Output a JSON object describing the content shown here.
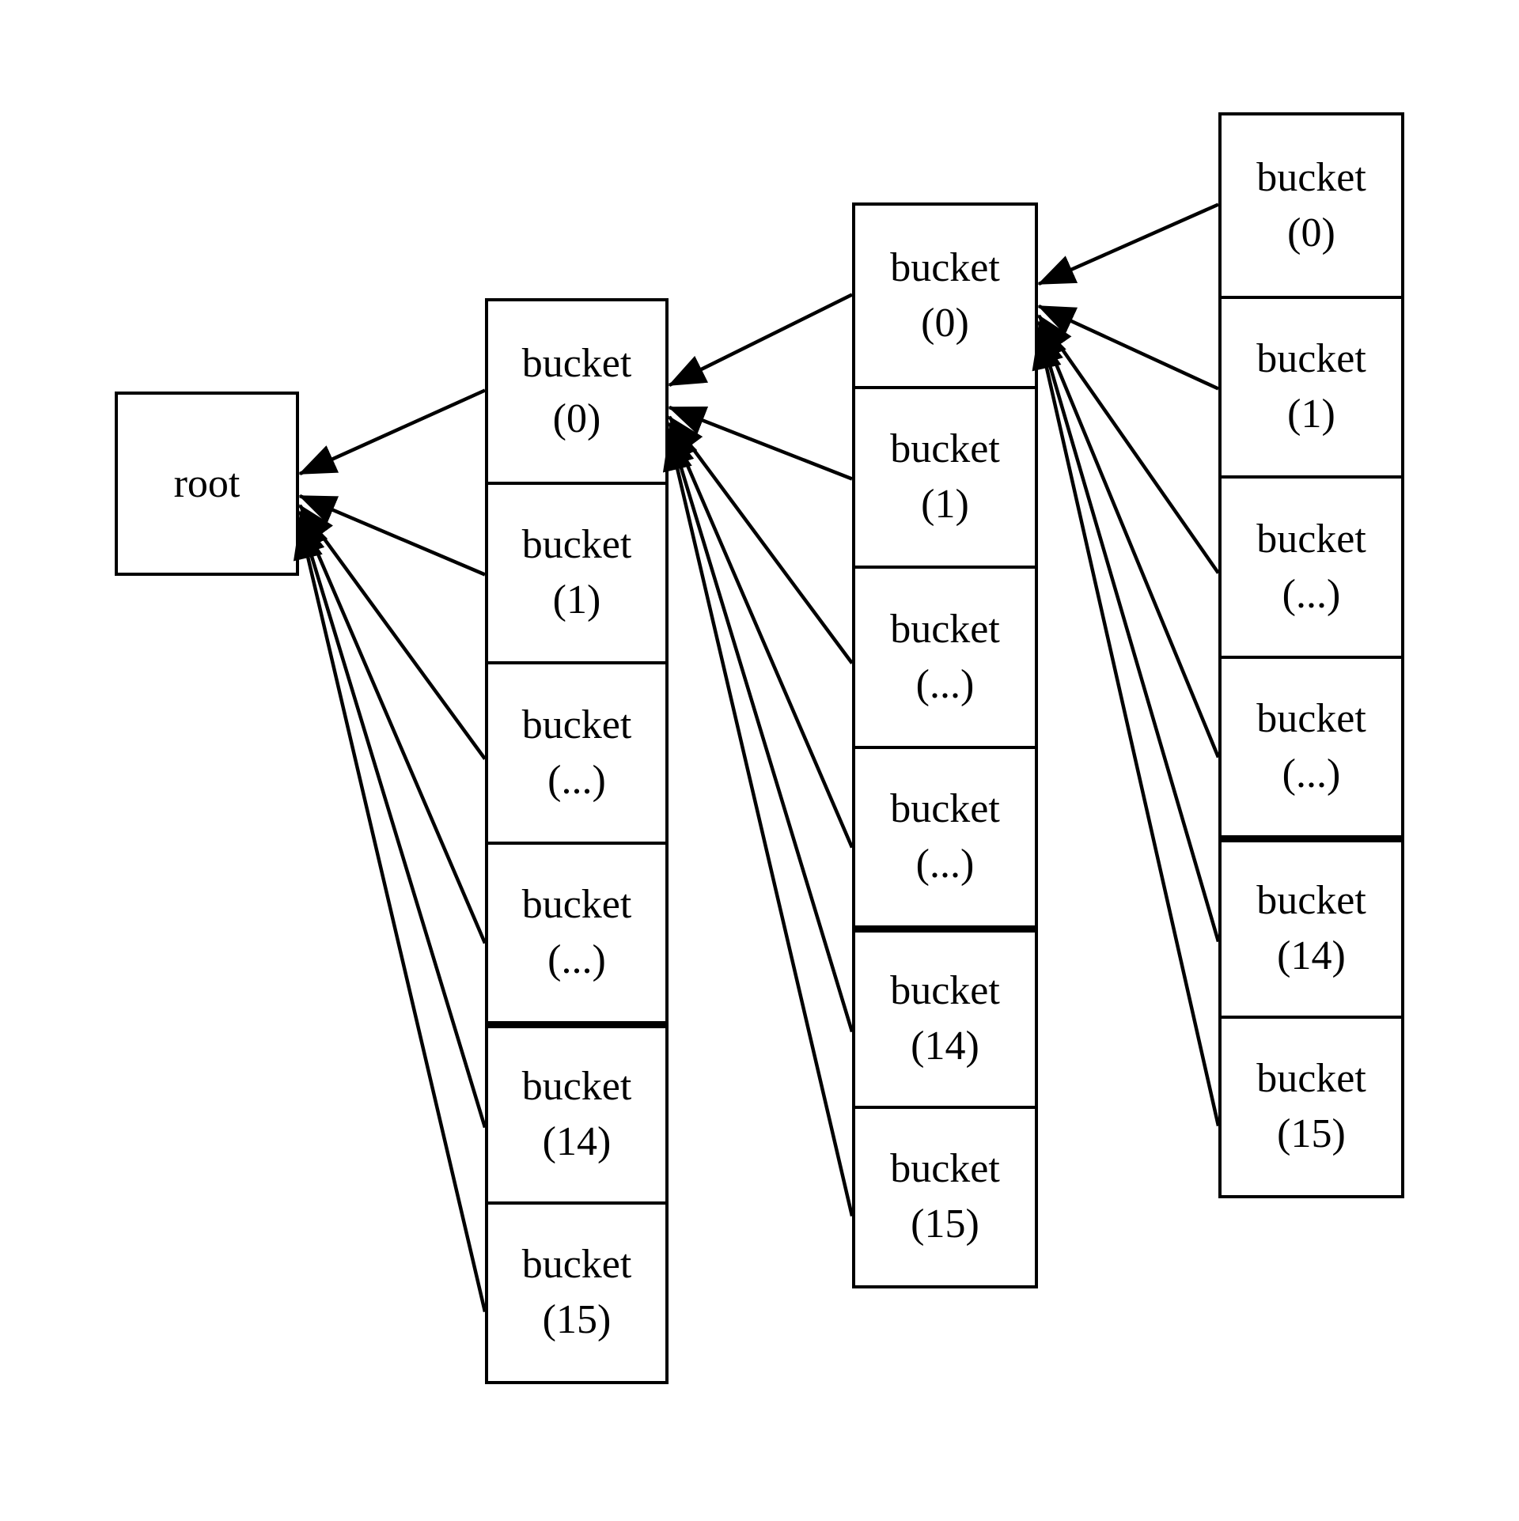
{
  "figure": {
    "background_color": "#ffffff",
    "stroke_color": "#000000",
    "description": "hash trie of bucket arrays pointing back to root"
  },
  "root": {
    "label": "root"
  },
  "columns": [
    {
      "name": "level-1-bucket-array",
      "cells": [
        {
          "word": "bucket",
          "index": "(0)"
        },
        {
          "word": "bucket",
          "index": "(1)"
        },
        {
          "word": "bucket",
          "index": "(...)"
        },
        {
          "word": "bucket",
          "index": "(...)"
        },
        {
          "word": "bucket",
          "index": "(14)"
        },
        {
          "word": "bucket",
          "index": "(15)"
        }
      ]
    },
    {
      "name": "level-2-bucket-array",
      "cells": [
        {
          "word": "bucket",
          "index": "(0)"
        },
        {
          "word": "bucket",
          "index": "(1)"
        },
        {
          "word": "bucket",
          "index": "(...)"
        },
        {
          "word": "bucket",
          "index": "(...)"
        },
        {
          "word": "bucket",
          "index": "(14)"
        },
        {
          "word": "bucket",
          "index": "(15)"
        }
      ]
    },
    {
      "name": "level-3-bucket-array",
      "cells": [
        {
          "word": "bucket",
          "index": "(0)"
        },
        {
          "word": "bucket",
          "index": "(1)"
        },
        {
          "word": "bucket",
          "index": "(...)"
        },
        {
          "word": "bucket",
          "index": "(...)"
        },
        {
          "word": "bucket",
          "index": "(14)"
        },
        {
          "word": "bucket",
          "index": "(15)"
        }
      ]
    }
  ],
  "arrows": {
    "level1_to_root": "each level-1 bucket cell points to root",
    "level2_to_level1": "each level-2 bucket cell points to level-1 bucket (0)",
    "level3_to_level2": "each level-3 bucket cell points to level-2 bucket (0)"
  }
}
